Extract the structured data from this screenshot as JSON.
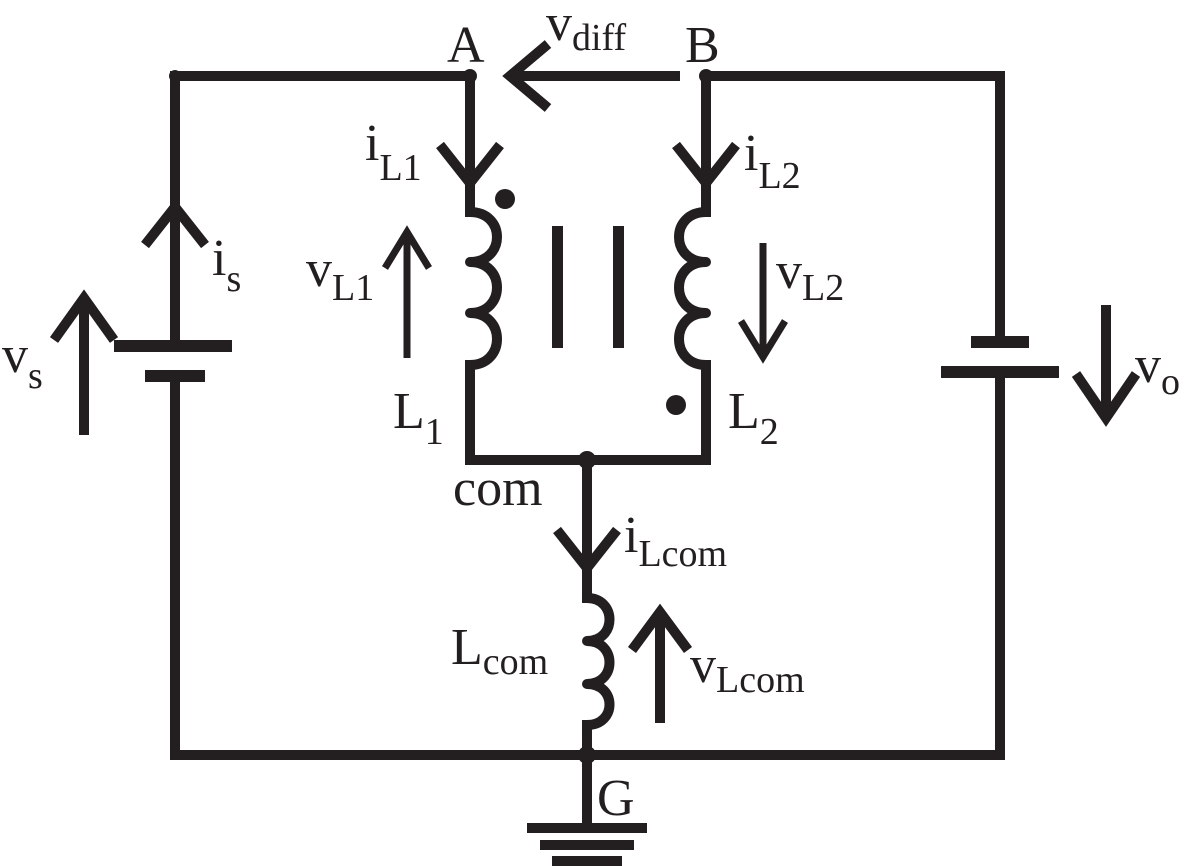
{
  "diagram": {
    "nodes": {
      "a": "A",
      "b": "B",
      "com": "com",
      "g": "G"
    },
    "labels": {
      "v_diff": {
        "main": "v",
        "sub": "diff"
      },
      "i_l1": {
        "main": "i",
        "sub": "L1"
      },
      "i_l2": {
        "main": "i",
        "sub": "L2"
      },
      "i_s": {
        "main": "i",
        "sub": "s"
      },
      "v_s": {
        "main": "v",
        "sub": "s"
      },
      "v_l1": {
        "main": "v",
        "sub": "L1"
      },
      "v_l2": {
        "main": "v",
        "sub": "L2"
      },
      "l1": {
        "main": "L",
        "sub": "1"
      },
      "l2": {
        "main": "L",
        "sub": "2"
      },
      "v_o": {
        "main": "v",
        "sub": "o"
      },
      "i_lcom": {
        "main": "i",
        "sub": "Lcom"
      },
      "l_com": {
        "main": "L",
        "sub": "com"
      },
      "v_lcom": {
        "main": "v",
        "sub": "Lcom"
      }
    }
  }
}
